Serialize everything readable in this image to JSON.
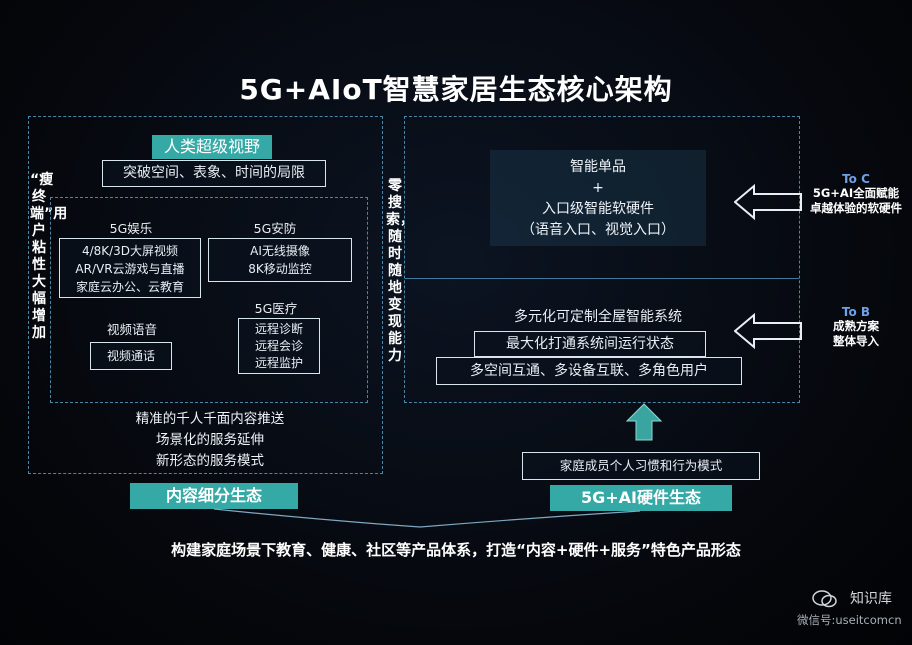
{
  "title": "5G+AIoT智慧家居生态核心架构",
  "left_panel": {
    "top_tag": "人类超级视野",
    "top_box": "突破空间、表象、时间的局限",
    "side_vertical": "“瘦终端”用户粘性大幅增加",
    "groups": {
      "entertainment": {
        "label": "5G娱乐",
        "lines": [
          "4/8K/3D大屏视频",
          "AR/VR云游戏与直播",
          "家庭云办公、云教育"
        ]
      },
      "security": {
        "label": "5G安防",
        "lines": [
          "AI无线摄像",
          "8K移动监控"
        ]
      },
      "video": {
        "label": "视频语音",
        "box": "视频通话"
      },
      "medical": {
        "label": "5G医疗",
        "lines": [
          "远程诊断",
          "远程会诊",
          "远程监护"
        ]
      }
    },
    "bottom_lines": [
      "精准的千人千面内容推送",
      "场景化的服务延伸",
      "新形态的服务模式"
    ],
    "ecosystem_tag": "内容细分生态"
  },
  "middle_vertical": "零搜索，随时随地变现能力",
  "right_panel": {
    "top_lines": [
      "智能单品",
      "+",
      "入口级智能软硬件",
      "（语音入口、视觉入口）"
    ],
    "system_label": "多元化可定制全屋智能系统",
    "system_box1": "最大化打通系统间运行状态",
    "system_box2": "多空间互通、多设备互联、多角色用户",
    "habit_box": "家庭成员个人习惯和行为模式",
    "ecosystem_tag": "5G+AI硬件生态"
  },
  "to_c": {
    "title": "To C",
    "lines": [
      "5G+AI全面赋能",
      "卓越体验的软硬件"
    ]
  },
  "to_b": {
    "title": "To B",
    "lines": [
      "成熟方案",
      "整体导入"
    ]
  },
  "bottom_statement": "构建家庭场景下教育、健康、社区等产品体系，打造“内容+硬件+服务”特色产品形态",
  "watermark": {
    "name": "知识库",
    "account": "微信号:useitcomcn"
  },
  "colors": {
    "teal": "#34a9a6",
    "dashed": "#4c86a6",
    "to_label": "#6fa0e8",
    "arrow_teal": "#3aa5a0"
  }
}
